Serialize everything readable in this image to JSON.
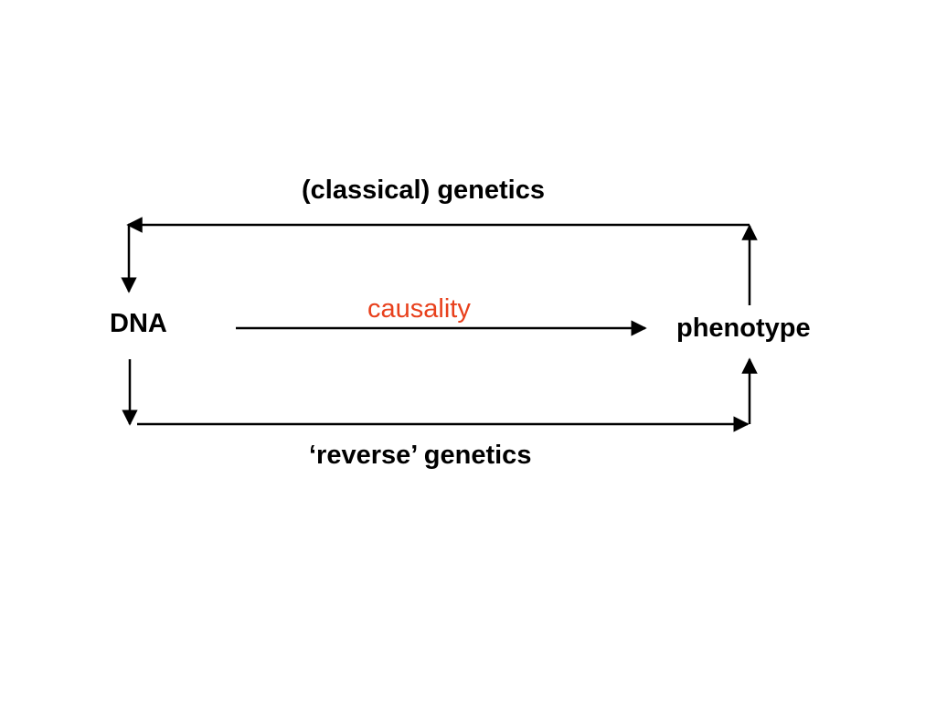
{
  "labels": {
    "classical": "(classical) genetics",
    "reverse": "‘reverse’ genetics",
    "dna": "DNA",
    "phenotype": "phenotype",
    "causality": "causality"
  },
  "colors": {
    "text": "#000000",
    "accent": "#e8401c",
    "line": "#000000"
  }
}
